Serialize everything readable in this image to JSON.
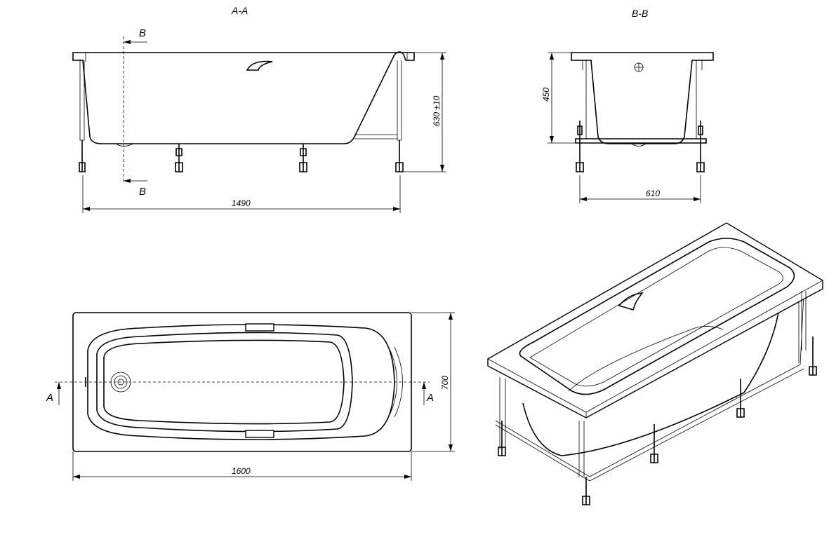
{
  "views": {
    "section_aa": {
      "title": "A-A",
      "cut_label_top": "B",
      "cut_label_bottom": "B",
      "height_dim": "630 ±10",
      "length_dim": "1490"
    },
    "section_bb": {
      "title": "B-B",
      "height_dim": "450",
      "width_dim": "610"
    },
    "plan": {
      "cut_label_left": "A",
      "cut_label_right": "A",
      "width_dim": "700",
      "length_dim": "1600"
    },
    "isometric": {}
  }
}
